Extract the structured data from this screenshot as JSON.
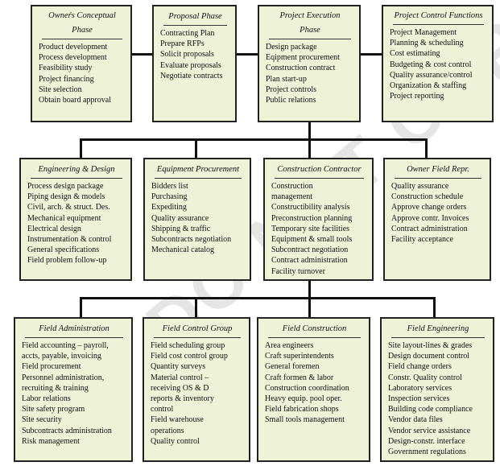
{
  "watermark": "DO NOT COPY",
  "boxes": [
    {
      "title": "Owneŕs Conceptual Phase",
      "items": [
        "Product development",
        "Process development",
        "Feasibility study",
        "Project financing",
        "Site selection",
        "Obtain board approval"
      ]
    },
    {
      "title": "Proposal Phase",
      "items": [
        "Contracting Plan",
        "Prepare RFPs",
        "Solicit proposals",
        "Evaluate proposals",
        "Negotiate contracts"
      ]
    },
    {
      "title": "Project Execution Phase",
      "items": [
        "Design package",
        "Eqipment procurement",
        "Construction contract",
        "Plan start-up",
        "Project controls",
        "Public relations"
      ]
    },
    {
      "title": "Project Control Functions",
      "items": [
        "Project Management",
        "Planning & scheduling",
        "Cost estimating",
        "Budgeting & cost control",
        "Quality assurance/control",
        "Organization & staffing",
        "Project reporting"
      ]
    },
    {
      "title": "Engineering & Design",
      "items": [
        "Process design package",
        "Piping design & models",
        "Civil, arch. & struct. Des.",
        "Mechanical equipment",
        "Electrical design",
        "Instrumentation & control",
        "General specifications",
        "Field problem follow-up"
      ]
    },
    {
      "title": "Equipment Procurement",
      "items": [
        "Bidders list",
        "Purchasing",
        "Expediting",
        "Quality assurance",
        "Shipping & traffic",
        "Subcontracts negotiation",
        "Mechanical catalog"
      ]
    },
    {
      "title": "Construction Contractor",
      "items": [
        "Construction\nmanagement",
        "Constructibility analysis",
        "Preconstruction planning",
        "Temporary site facilities",
        "Equipment & small tools",
        "Subcontract negotiation",
        "Contract administration",
        "Facility turnover"
      ]
    },
    {
      "title": "Owner Field Repr.",
      "items": [
        "Quality assurance",
        "Construction schedule",
        "Approve change orders",
        "Approve contr. Invoices",
        "Contract administration",
        "Facility acceptance"
      ]
    },
    {
      "title": "Field Administration",
      "items": [
        "Field accounting – payroll,\n    accts, payable, invoicing",
        "Field procurement",
        "Personnel administration,\n    recruiting & training",
        "Labor relations",
        "Site safety program",
        "Site security",
        "Subcontracts administration",
        "Risk management"
      ]
    },
    {
      "title": "Field Control Group",
      "items": [
        "Field scheduling group",
        "Field cost control group",
        "Quantity surveys",
        "Material control –\n    receiving OS & D\n    reports & inventory\n    control",
        "Field warehouse\n    operations",
        "Quality control"
      ]
    },
    {
      "title": "Field Construction",
      "items": [
        "Area engineers",
        "Craft superintendents",
        "General foremen",
        "Craft formen & labor",
        "Construction coordination",
        "Heavy equip. pool oper.",
        "Field fabrication shops",
        "Small tools management"
      ]
    },
    {
      "title": "Field Engineering",
      "items": [
        "Site layout-lines & grades",
        "Design document control",
        "Field change orders",
        "Constr. Quality control",
        "Laboratory services",
        "Inspection services",
        "Building code compliance",
        "Vendor data files",
        "Vendor service assistance",
        "Design-constr. interface",
        "Government regulations"
      ]
    }
  ]
}
